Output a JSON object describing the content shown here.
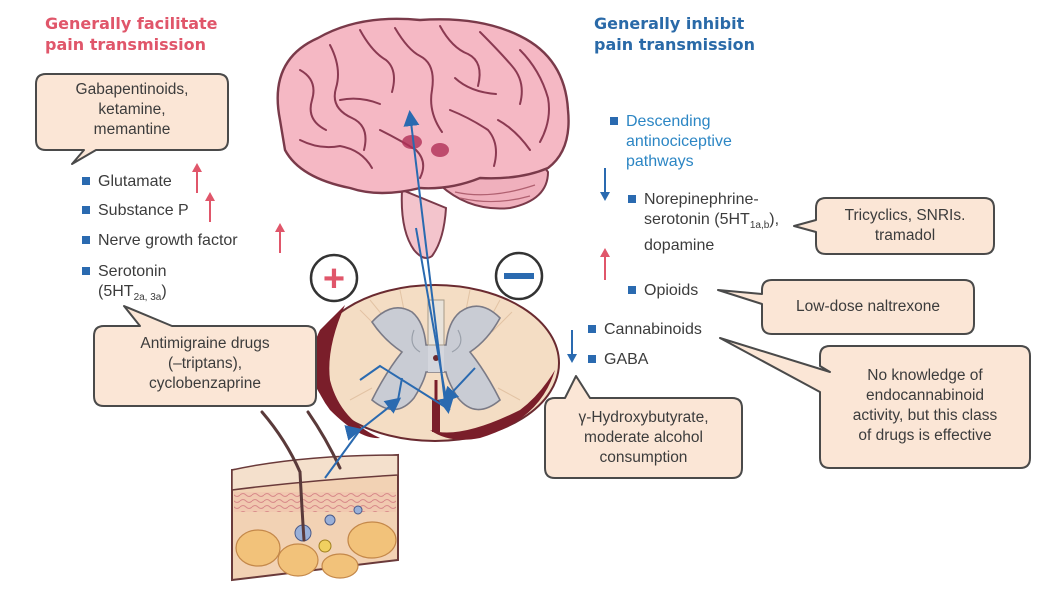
{
  "headers": {
    "facilitate": [
      "Generally facilitate",
      "pain transmission"
    ],
    "inhibit": [
      "Generally inhibit",
      "pain transmission"
    ]
  },
  "facilitate_list": [
    {
      "label": "Glutamate"
    },
    {
      "label": "Substance P"
    },
    {
      "label": "Nerve growth factor"
    },
    {
      "label": "Serotonin",
      "line2_main": "(5HT",
      "line2_sub": "2a, 3a",
      "line2_end": ")"
    }
  ],
  "inhibit_list": {
    "descending": [
      "Descending",
      "antinociceptive",
      "pathways"
    ],
    "norepinephrine": {
      "line1": "Norepinephrine-",
      "line2_main": "serotonin (5HT",
      "line2_sub": "1a,b",
      "line2_end": "),",
      "line3": "dopamine"
    },
    "opioids": "Opioids",
    "cannabinoids": "Cannabinoids",
    "gaba": "GABA"
  },
  "drug_boxes": {
    "gabapentinoids": [
      "Gabapentinoids,",
      "ketamine,",
      "memantine"
    ],
    "antimigraine": [
      "Antimigraine drugs",
      "(–triptans),",
      "cyclobenzaprine"
    ],
    "tricyclics": [
      "Tricyclics, SNRIs.",
      "tramadol"
    ],
    "naltrexone": [
      "Low-dose naltrexone"
    ],
    "hydroxybutyrate": [
      "γ-Hydroxybutyrate,",
      "moderate alcohol",
      "consumption"
    ],
    "endocannabinoid": [
      "No knowledge of",
      "endocannabinoid",
      "activity, but this class",
      "of drugs is effective"
    ]
  },
  "signs": {
    "plus": "+",
    "minus": "−"
  },
  "colors": {
    "facilitate_red": "#e0566a",
    "inhibit_blue": "#2a6aa8",
    "bullet_blue": "#2a6ab0",
    "box_fill": "#fbe6d6",
    "box_stroke": "#4a4a4a",
    "brain_pink": "#f3b4bf"
  }
}
